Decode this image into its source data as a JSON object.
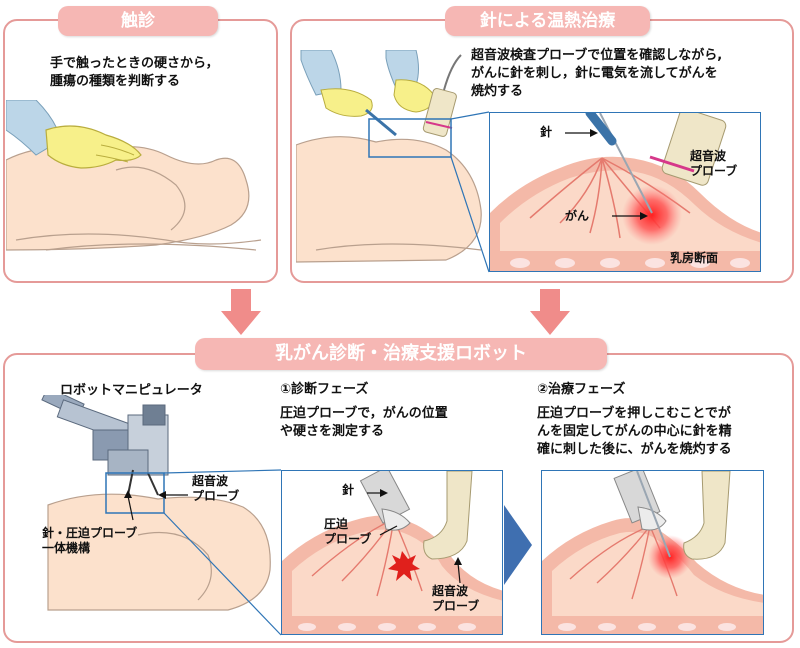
{
  "palpation": {
    "title": "触診",
    "description": "手で触ったときの硬さから，\n腫瘍の種類を判断する"
  },
  "thermal": {
    "title": "針による温熱治療",
    "description": "超音波検査プローブで位置を確認しながら,\nがんに針を刺し，針に電気を流してがんを\n焼灼する",
    "label_needle": "針",
    "label_probe": "超音波\nプローブ",
    "label_cancer": "がん",
    "label_section": "乳房断面"
  },
  "robot": {
    "title": "乳がん診断・治療支援ロボット",
    "manipulator_label": "ロボットマニピュレータ",
    "ultrasound_probe_label": "超音波\nプローブ",
    "mechanism_label": "針・圧迫プローブ\n一体機構"
  },
  "phase1": {
    "title": "①診断フェーズ",
    "description": "圧迫プローブで，がんの位置\nや硬さを測定する",
    "label_needle": "針",
    "label_compress": "圧迫\nプローブ",
    "label_ultrasound": "超音波\nプローブ"
  },
  "phase2": {
    "title": "②治療フェーズ",
    "description": "圧迫プローブを押しこむことでが\nんを固定してがんの中心に針を精\n確に刺した後に、がんを焼灼する"
  },
  "colors": {
    "panel_border": "#e59a98",
    "title_fill": "#f6b7b4",
    "arrow_fill": "#f08c8a",
    "inset_border": "#2f75b6",
    "phase_arrow": "#3f6fb0"
  }
}
